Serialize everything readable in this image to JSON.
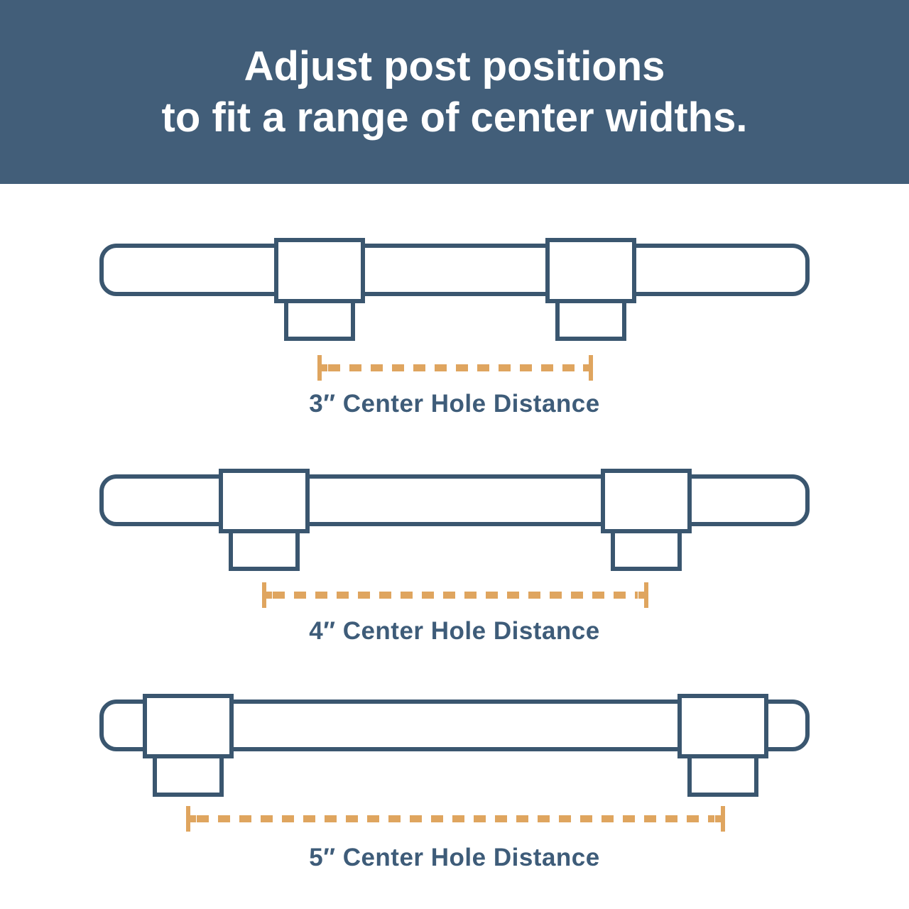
{
  "header": {
    "title_line1": "Adjust post positions",
    "title_line2": "to fit a range of center widths."
  },
  "diagrams": [
    {
      "size_inches": 3,
      "label": "3″ Center Hole Distance"
    },
    {
      "size_inches": 4,
      "label": "4″ Center Hole Distance"
    },
    {
      "size_inches": 5,
      "label": "5″ Center Hole Distance"
    }
  ],
  "colors": {
    "banner_bg": "#425E79",
    "diagram_stroke": "#3A566F",
    "label_text": "#3E5C79",
    "measure_orange": "#DFA55F",
    "background": "#FFFFFF"
  }
}
